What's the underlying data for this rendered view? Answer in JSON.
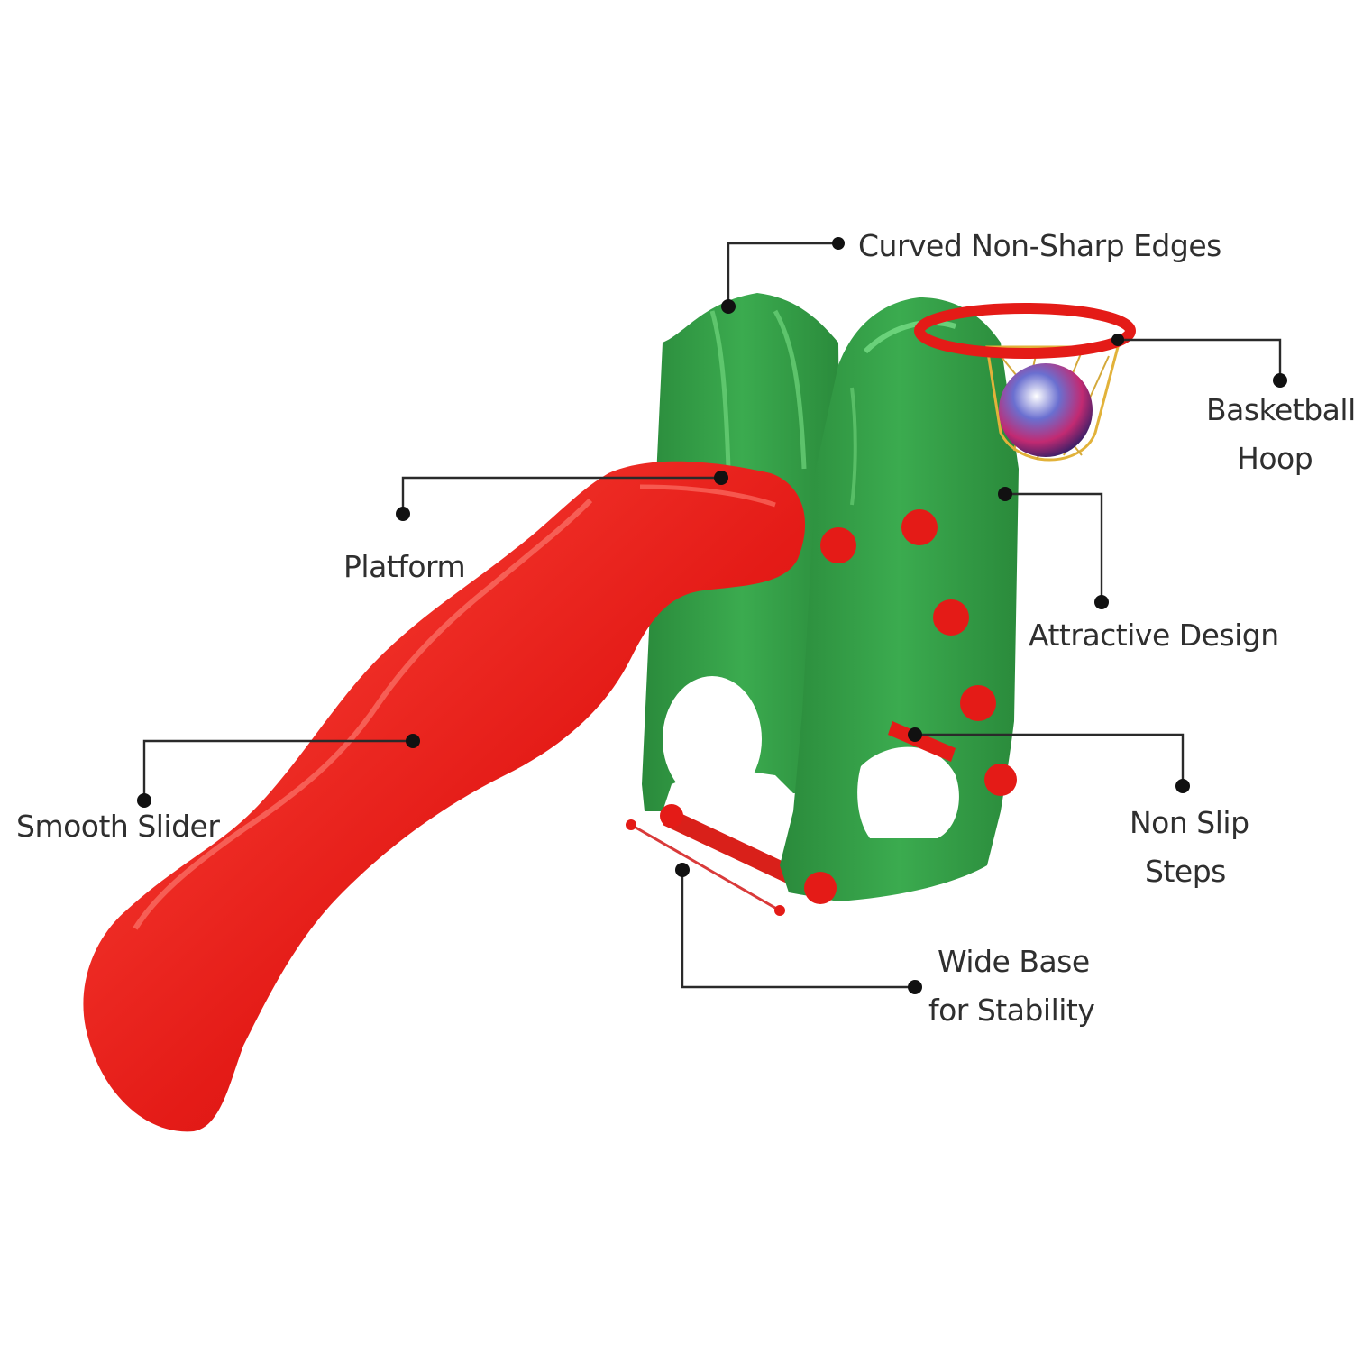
{
  "colors": {
    "background": "#ffffff",
    "slide_red": "#e41b17",
    "slide_highlight": "#ff5a4d",
    "frame_green": "#34a048",
    "frame_green_light": "#5cc46a",
    "frame_green_dark": "#237a34",
    "label_text": "#2f2f2f",
    "leader_line": "#2a2a2a"
  },
  "callouts": {
    "curved_edges": "Curved Non-Sharp Edges",
    "basketball_hoop_line1": "Basketball",
    "basketball_hoop_line2": "Hoop",
    "platform": "Platform",
    "attractive_design": "Attractive Design",
    "smooth_slider": "Smooth Slider",
    "non_slip_line1": "Non Slip",
    "non_slip_line2": "Steps",
    "wide_base_line1": "Wide Base",
    "wide_base_line2": "for Stability"
  }
}
